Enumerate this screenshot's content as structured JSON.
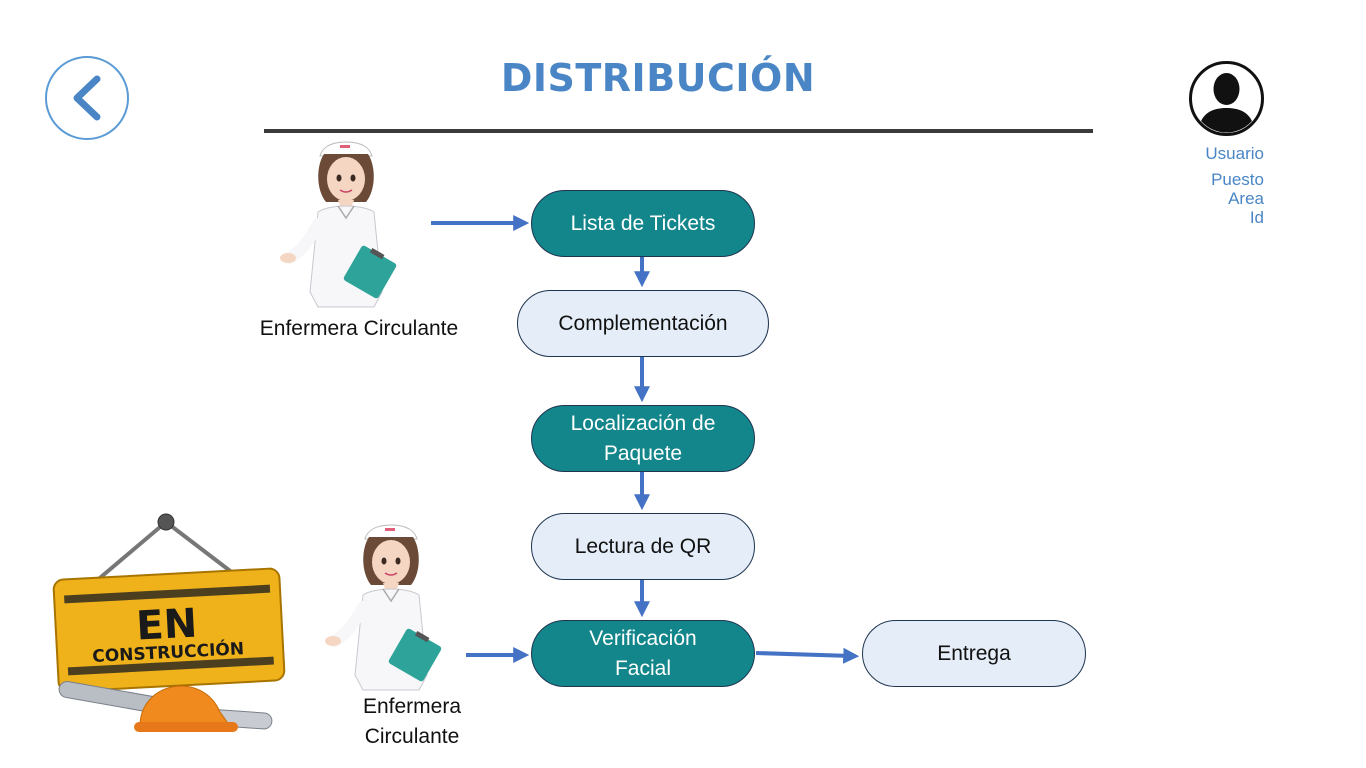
{
  "header": {
    "title": "DISTRIBUCIÓN"
  },
  "user": {
    "name_label": "Usuario",
    "role_label": "Puesto",
    "area_label": "Area",
    "id_label": "Id"
  },
  "actors": {
    "top": {
      "label": "Enfermera Circulante"
    },
    "bottom": {
      "label_line1": "Enfermera",
      "label_line2": "Circulante"
    }
  },
  "flow": {
    "lista_tickets": "Lista de Tickets",
    "complementacion": "Complementación",
    "localizacion_line1": "Localización de",
    "localizacion_line2": "Paquete",
    "lectura_qr": "Lectura de QR",
    "verificacion_line1": "Verificación",
    "verificacion_line2": "Facial",
    "entrega": "Entrega"
  },
  "construction_sign": {
    "line1": "EN",
    "line2": "CONSTRUCCIÓN"
  },
  "colors": {
    "accent": "#4a86c5",
    "teal": "#12868a",
    "light_node": "#e4edf8",
    "arrow": "#4472c4"
  }
}
